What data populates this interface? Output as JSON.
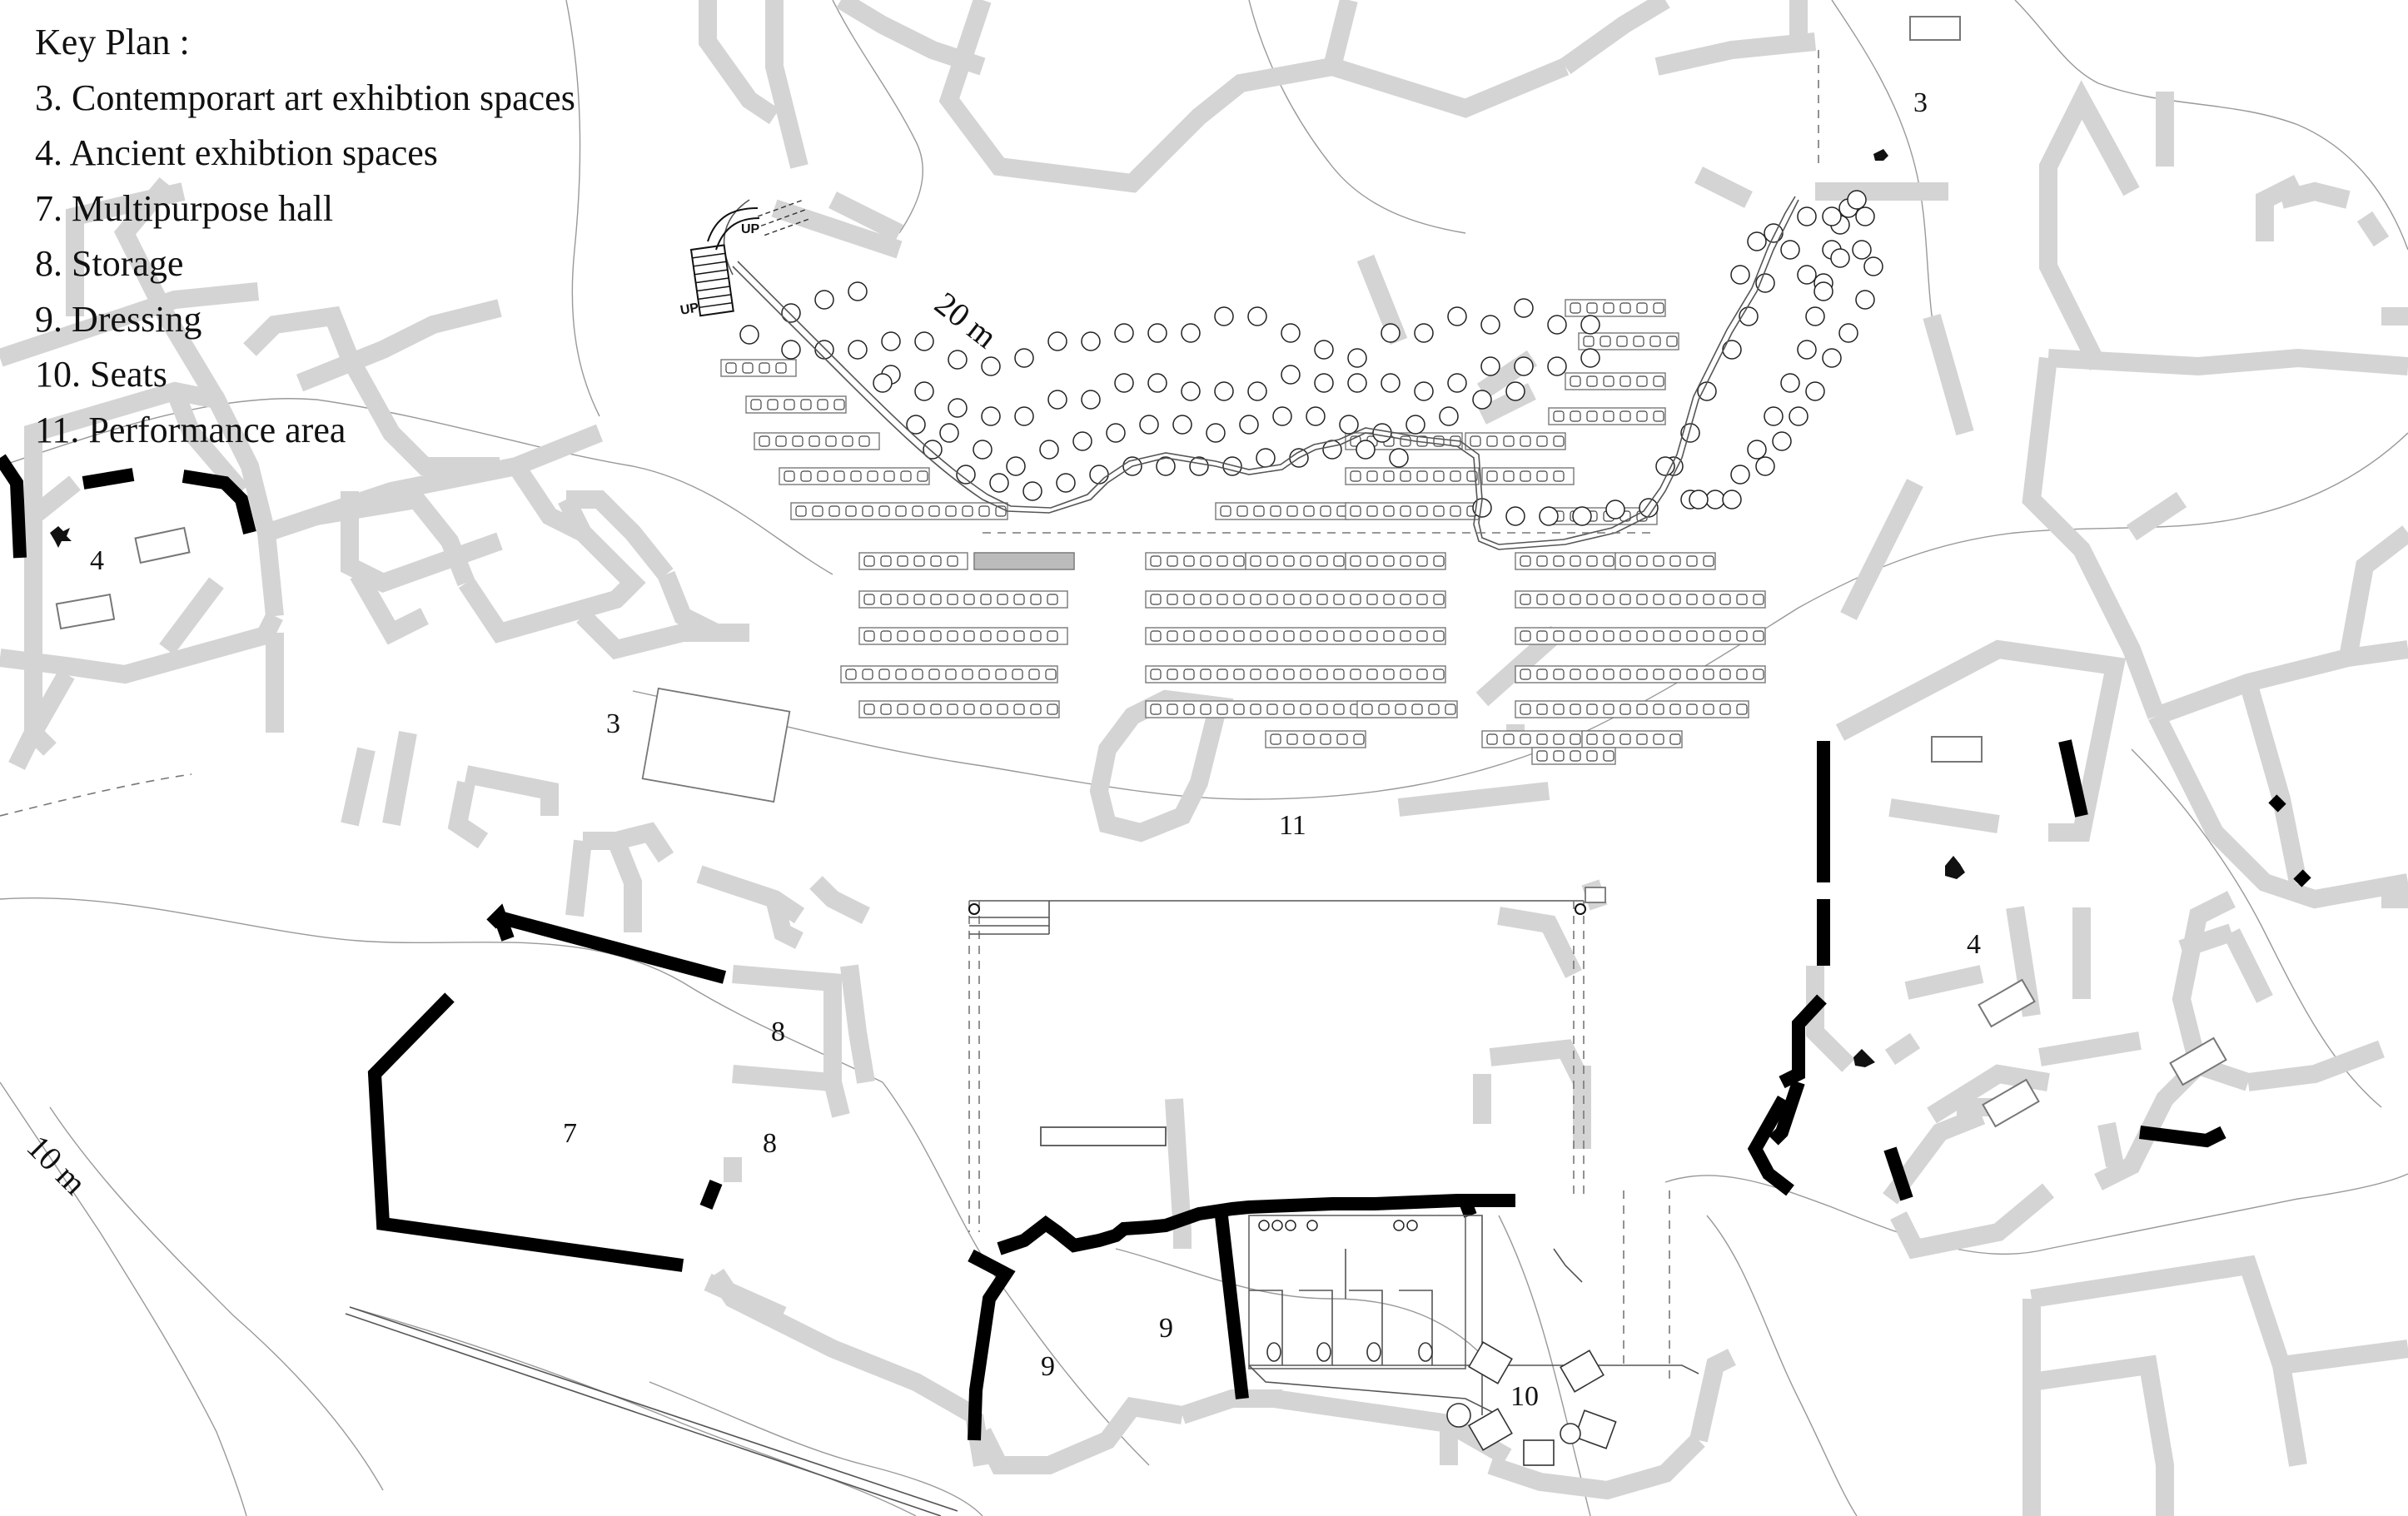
{
  "legend": {
    "title": "Key Plan :",
    "items": [
      "3. Contemporart art exhibtion spaces",
      "4. Ancient exhibtion spaces",
      "7. Multipurpose hall",
      "8. Storage",
      "9. Dressing",
      "10. Seats",
      "11. Performance area"
    ]
  },
  "space_labels": {
    "contemporary_top_right": "3",
    "contemporary_left": "3",
    "ancient_left": "4",
    "ancient_right": "4",
    "multipurpose": "7",
    "storage_upper": "8",
    "storage_lower": "8",
    "dressing_left": "9",
    "dressing_right": "9",
    "seats": "10",
    "performance": "11"
  },
  "scale_labels": {
    "twenty_m": "20 m",
    "ten_m": "10 m"
  },
  "stair_labels": {
    "up_1": "UP",
    "up_2": "UP"
  }
}
